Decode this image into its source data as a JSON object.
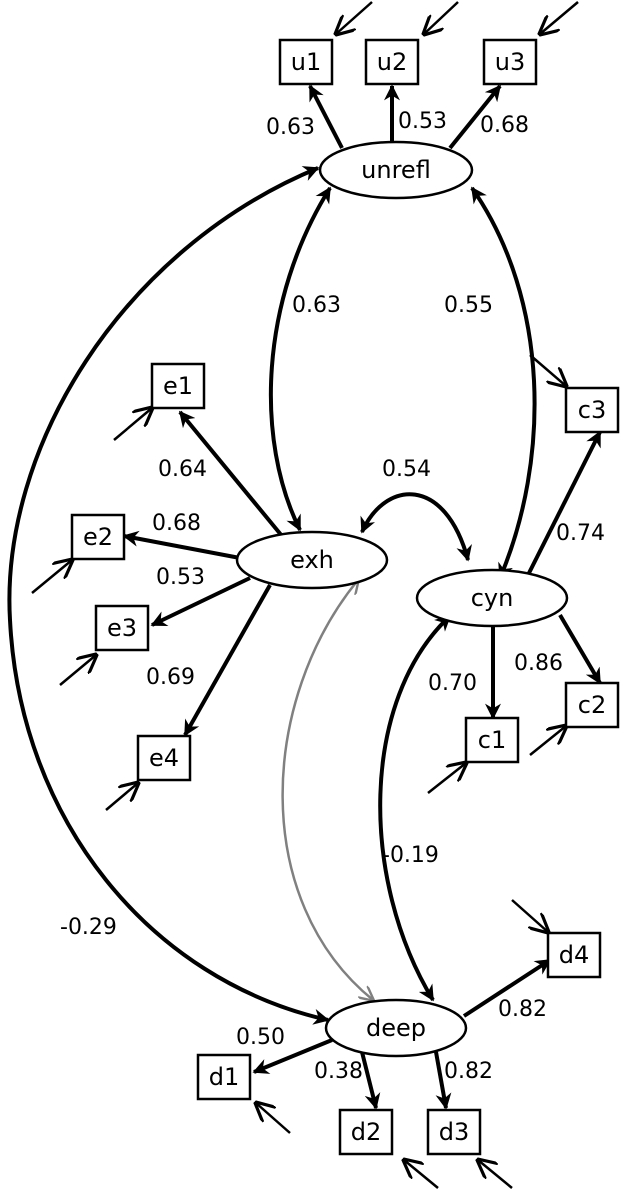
{
  "latent_variables": [
    {
      "id": "unrefl",
      "label": "unrefl"
    },
    {
      "id": "exh",
      "label": "exh"
    },
    {
      "id": "cyn",
      "label": "cyn"
    },
    {
      "id": "deep",
      "label": "deep"
    }
  ],
  "indicators": [
    {
      "id": "u1",
      "label": "u1",
      "factor": "unrefl",
      "loading": "0.63"
    },
    {
      "id": "u2",
      "label": "u2",
      "factor": "unrefl",
      "loading": "0.53"
    },
    {
      "id": "u3",
      "label": "u3",
      "factor": "unrefl",
      "loading": "0.68"
    },
    {
      "id": "e1",
      "label": "e1",
      "factor": "exh",
      "loading": "0.64"
    },
    {
      "id": "e2",
      "label": "e2",
      "factor": "exh",
      "loading": "0.68"
    },
    {
      "id": "e3",
      "label": "e3",
      "factor": "exh",
      "loading": "0.53"
    },
    {
      "id": "e4",
      "label": "e4",
      "factor": "exh",
      "loading": "0.69"
    },
    {
      "id": "c1",
      "label": "c1",
      "factor": "cyn",
      "loading": "0.70"
    },
    {
      "id": "c2",
      "label": "c2",
      "factor": "cyn",
      "loading": "0.86"
    },
    {
      "id": "c3",
      "label": "c3",
      "factor": "cyn",
      "loading": "0.74"
    },
    {
      "id": "d1",
      "label": "d1",
      "factor": "deep",
      "loading": "0.50"
    },
    {
      "id": "d2",
      "label": "d2",
      "factor": "deep",
      "loading": "0.38"
    },
    {
      "id": "d3",
      "label": "d3",
      "factor": "deep",
      "loading": "0.82"
    },
    {
      "id": "d4",
      "label": "d4",
      "factor": "deep",
      "loading": "0.82"
    }
  ],
  "correlations": [
    {
      "from": "unrefl",
      "to": "exh",
      "value": "0.63"
    },
    {
      "from": "unrefl",
      "to": "cyn",
      "value": "0.55"
    },
    {
      "from": "exh",
      "to": "cyn",
      "value": "0.54"
    },
    {
      "from": "cyn",
      "to": "deep",
      "value": "-0.19"
    },
    {
      "from": "unrefl",
      "to": "deep",
      "value": "-0.29"
    },
    {
      "from": "exh",
      "to": "deep",
      "value": ""
    }
  ],
  "colors": {
    "main": "#000000",
    "nonsignificant": "#808080"
  }
}
